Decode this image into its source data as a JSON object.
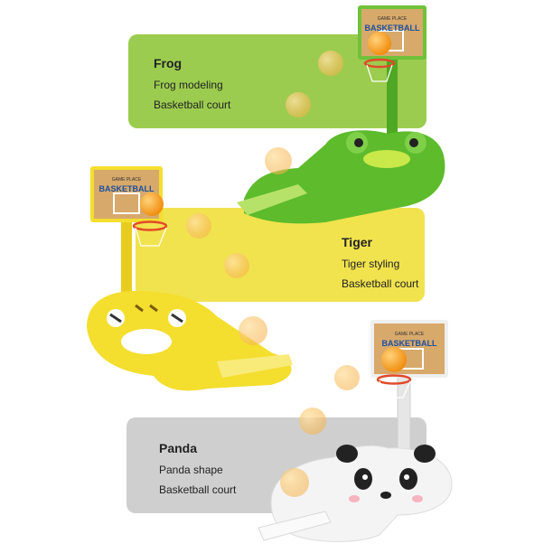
{
  "colors": {
    "frog_panel": "#9CCC4F",
    "tiger_panel": "#F1E34E",
    "panda_panel": "#CFCFCF",
    "frog_toy": "#5DBB2C",
    "tiger_toy": "#F4DE2E",
    "panda_toy": "#F4F4F4",
    "ball": "#F7A21B",
    "backboard_wood": "#D7A96B"
  },
  "products": [
    {
      "name": "Frog",
      "line1": "Frog modeling",
      "line2": "Basketball court"
    },
    {
      "name": "Tiger",
      "line1": "Tiger styling",
      "line2": "Basketball court"
    },
    {
      "name": "Panda",
      "line1": "Panda shape",
      "line2": "Basketball court"
    }
  ],
  "backboard_text": {
    "top": "GAME PLACE",
    "main": "BASKETBALL"
  }
}
